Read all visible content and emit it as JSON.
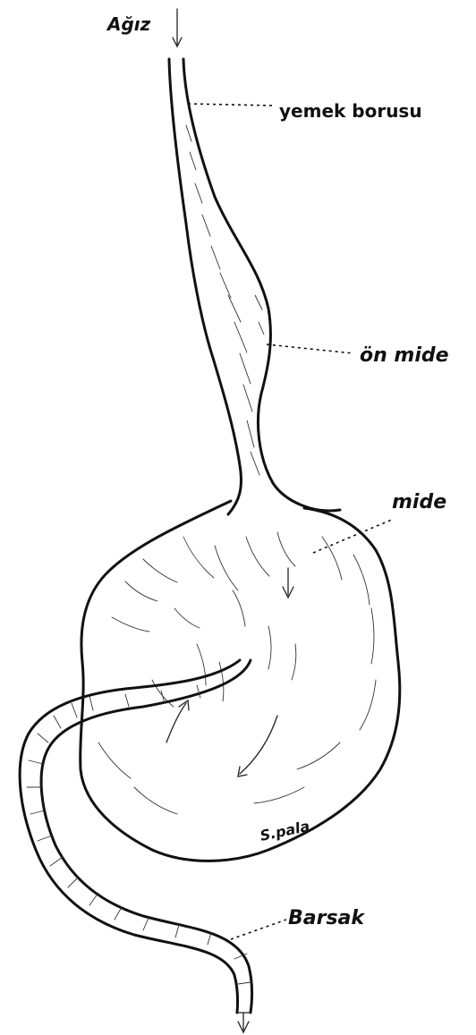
{
  "labels": {
    "mouth": "Ağız",
    "esophagus": "yemek borusu",
    "proventriculus": "ön mide",
    "stomach": "mide",
    "intestine": "Barsak",
    "signature": "S.pala"
  }
}
